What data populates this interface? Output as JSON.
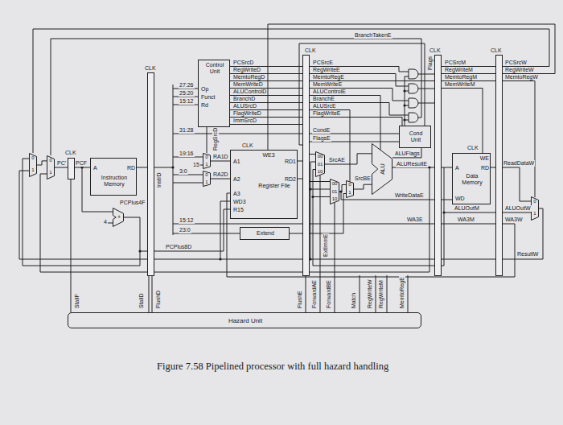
{
  "diagram": {
    "caption": "Figure 7.58 Pipelined processor with full hazard handling",
    "nodes": [
      {
        "text": [
          "Control Unit",
          "Op",
          "Funct",
          "Rd"
        ]
      },
      {
        "text": [
          "0",
          "1"
        ]
      },
      {
        "text": [
          "0",
          "1"
        ]
      },
      {
        "text": [
          "Instruction Memory",
          "A",
          "RD"
        ]
      },
      {
        "text": [
          "+"
        ]
      },
      {
        "text": [
          "0",
          "1"
        ]
      },
      {
        "text": [
          "0",
          "1"
        ]
      },
      {
        "text": [
          "Register File",
          "WE3",
          "A1",
          "A2",
          "A3",
          "WD3",
          "R15",
          "RD1",
          "RD2"
        ]
      },
      {
        "text": [
          "Extend"
        ]
      },
      {
        "text": [
          "00",
          "01",
          "10"
        ]
      },
      {
        "text": [
          "00",
          "01",
          "10"
        ]
      },
      {
        "text": [
          "0",
          "1"
        ]
      },
      {
        "text": [
          "ALU"
        ]
      },
      {
        "text": [
          "Cond Unit"
        ]
      },
      {
        "text": [
          "Data Memory",
          "WE",
          "A",
          "RD",
          "WD"
        ]
      },
      {
        "text": [
          "0",
          "1"
        ]
      },
      {
        "text": [
          "Hazard Unit"
        ]
      }
    ],
    "edges": [
      {
        "from": 1,
        "to": 2,
        "arrow": "none"
      },
      {
        "from": 4,
        "to": 1,
        "arrow": "none"
      },
      {
        "from": 5,
        "to": 7,
        "arrow": "none",
        "label": "RA1D"
      },
      {
        "from": 6,
        "to": 7,
        "arrow": "none",
        "label": "RA2D"
      },
      {
        "from": 9,
        "to": 12,
        "arrow": "none",
        "label": "SrcAE"
      },
      {
        "from": 10,
        "to": 11,
        "arrow": "none"
      },
      {
        "from": 11,
        "to": 12,
        "arrow": "none",
        "label": "SrcBE"
      },
      {
        "from": 12,
        "to": 13,
        "arrow": "none",
        "label": "ALUFlags"
      },
      {
        "from": 16,
        "to": 9,
        "arrow": "none",
        "label": "ForwardAE"
      },
      {
        "from": 16,
        "to": 10,
        "arrow": "none",
        "label": "ForwardBE"
      }
    ],
    "labels": [
      "BranchTakenE",
      "CLK",
      "CLK",
      "CLK",
      "CLK",
      "CLK",
      "CLK",
      "CLK",
      "Flags",
      "PCSrcD",
      "RegWriteD",
      "MemtoRegD",
      "MemWriteD",
      "ALUControlD",
      "BranchD",
      "ALUSrcD",
      "FlagWriteD",
      "ImmSrcD",
      "27:26",
      "25:20",
      "15:12",
      "RegSrcD",
      "PCSrcE",
      "RegWriteE",
      "MemtoRegE",
      "MemWriteE",
      "ALUControlE",
      "BranchE",
      "ALUSrcE",
      "FlagWriteE",
      "CondE",
      "FlagsE",
      "PCSrcM",
      "RegWriteM",
      "MemtoRegM",
      "MemWriteM",
      "PCSrcW",
      "RegWriteW",
      "MemtoRegW",
      "31:28",
      "InstrD",
      "19:16",
      "15",
      "3:0",
      "15:12",
      "23:0",
      "PCPlus8D",
      "PC'",
      "PCF",
      "4",
      "PCPlus4F",
      "ExtImmE",
      "WriteDataE",
      "WA3E",
      "ALUResultE",
      "ALUOutM",
      "WA3M",
      "ReadDataW",
      "ALUOutW",
      "WA3W",
      "ResultW",
      "StallF",
      "StallD",
      "FlushD",
      "FlushE",
      "Match",
      "RegWriteW",
      "RegWriteM",
      "MemtoRegE"
    ]
  }
}
